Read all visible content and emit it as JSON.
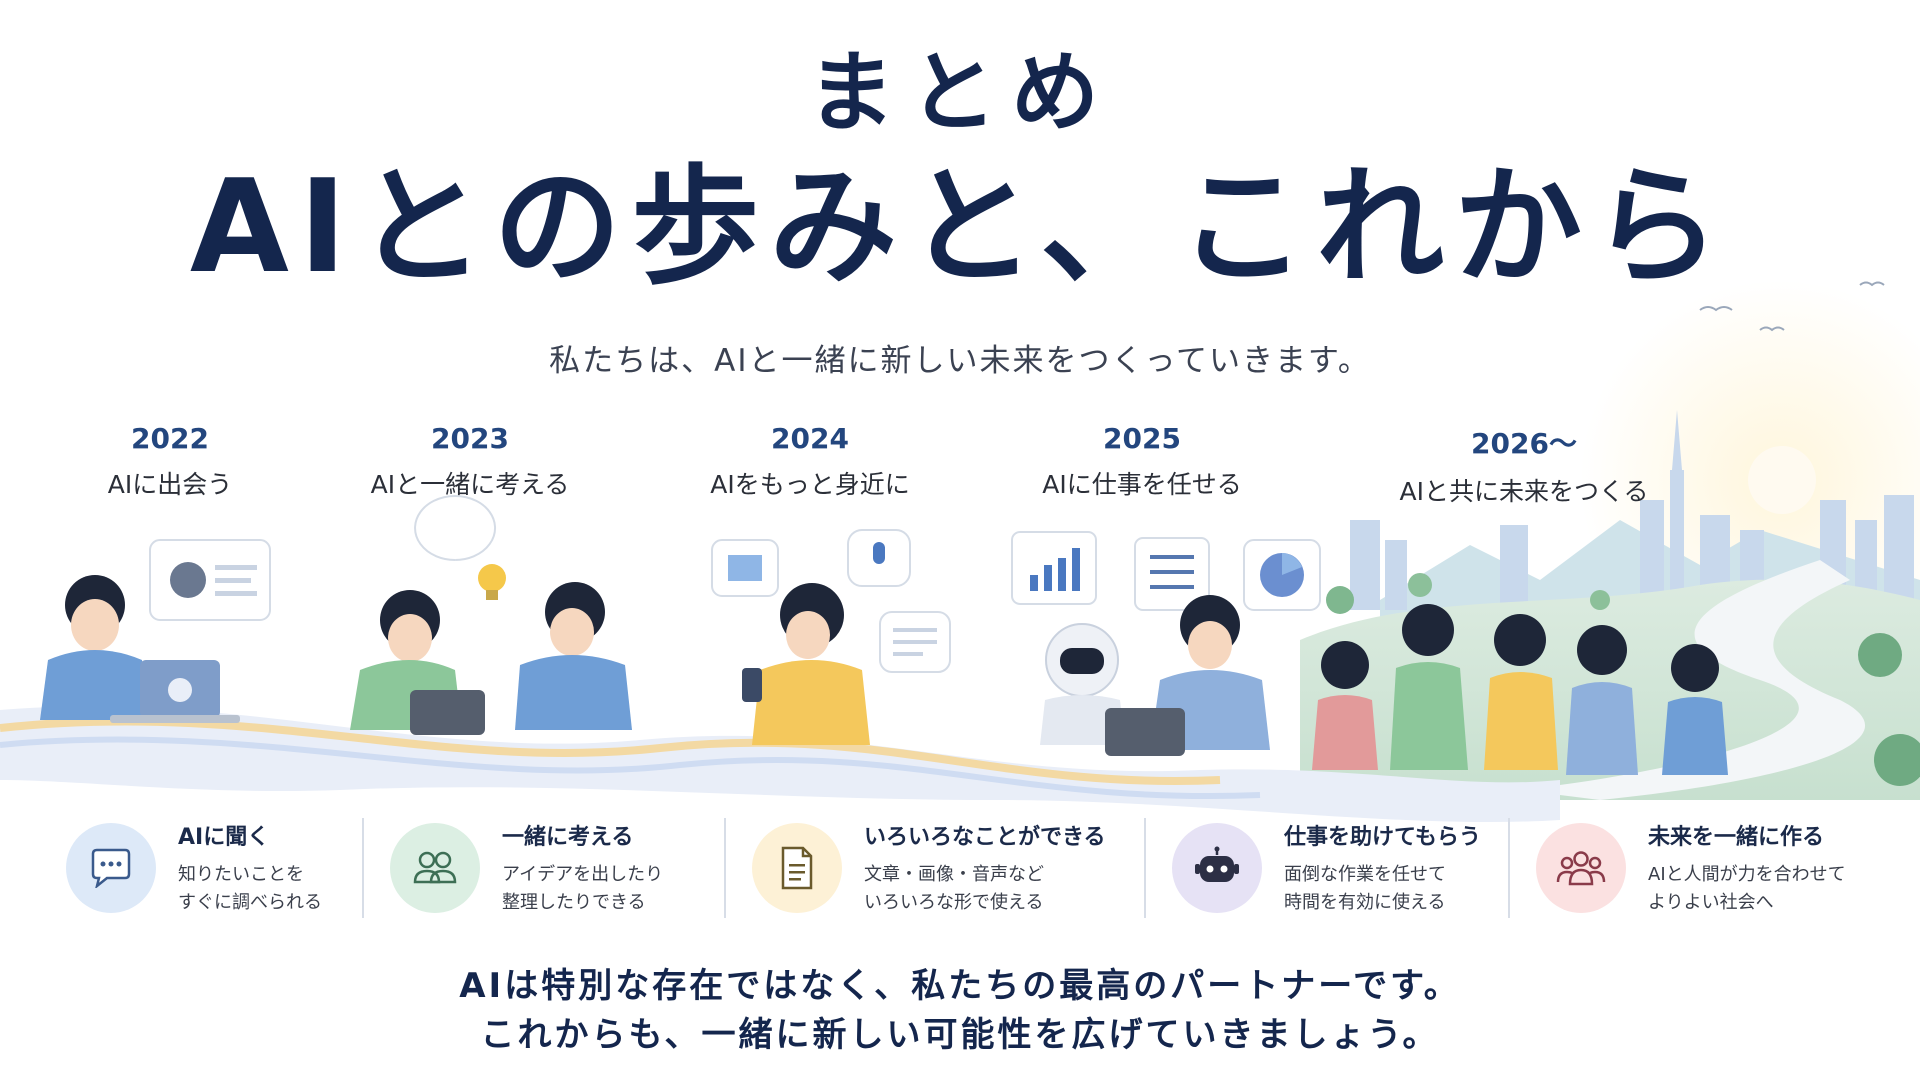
{
  "header": {
    "kicker": "まとめ",
    "title": "AIとの歩みと、これから",
    "subtitle": "私たちは、AIと一緒に新しい未来をつくっていきます。"
  },
  "timeline": [
    {
      "year": "2022",
      "label": "AIに出会う"
    },
    {
      "year": "2023",
      "label": "AIと一緒に考える"
    },
    {
      "year": "2024",
      "label": "AIをもっと身近に"
    },
    {
      "year": "2025",
      "label": "AIに仕事を任せる"
    },
    {
      "year": "2026〜",
      "label": "AIと共に未来をつくる"
    }
  ],
  "features": [
    {
      "title": "AIに聞く",
      "desc": "知りたいことを\nすぐに調べられる",
      "icon": "chat-bubble-icon",
      "color": "#dde9f8"
    },
    {
      "title": "一緒に考える",
      "desc": "アイデアを出したり\n整理したりできる",
      "icon": "people-icon",
      "color": "#dcefe3"
    },
    {
      "title": "いろいろなことができる",
      "desc": "文章・画像・音声など\nいろいろな形で使える",
      "icon": "document-icon",
      "color": "#fdf1d6"
    },
    {
      "title": "仕事を助けてもらう",
      "desc": "面倒な作業を任せて\n時間を有効に使える",
      "icon": "robot-icon",
      "color": "#e6e2f5"
    },
    {
      "title": "未来を一緒に作る",
      "desc": "AIと人間が力を合わせて\nよりよい社会へ",
      "icon": "group-icon",
      "color": "#fbe1e1"
    }
  ],
  "closing": {
    "line1": "AIは特別な存在ではなく、私たちの最高のパートナーです。",
    "line2": "これからも、一緒に新しい可能性を広げていきましょう。"
  }
}
